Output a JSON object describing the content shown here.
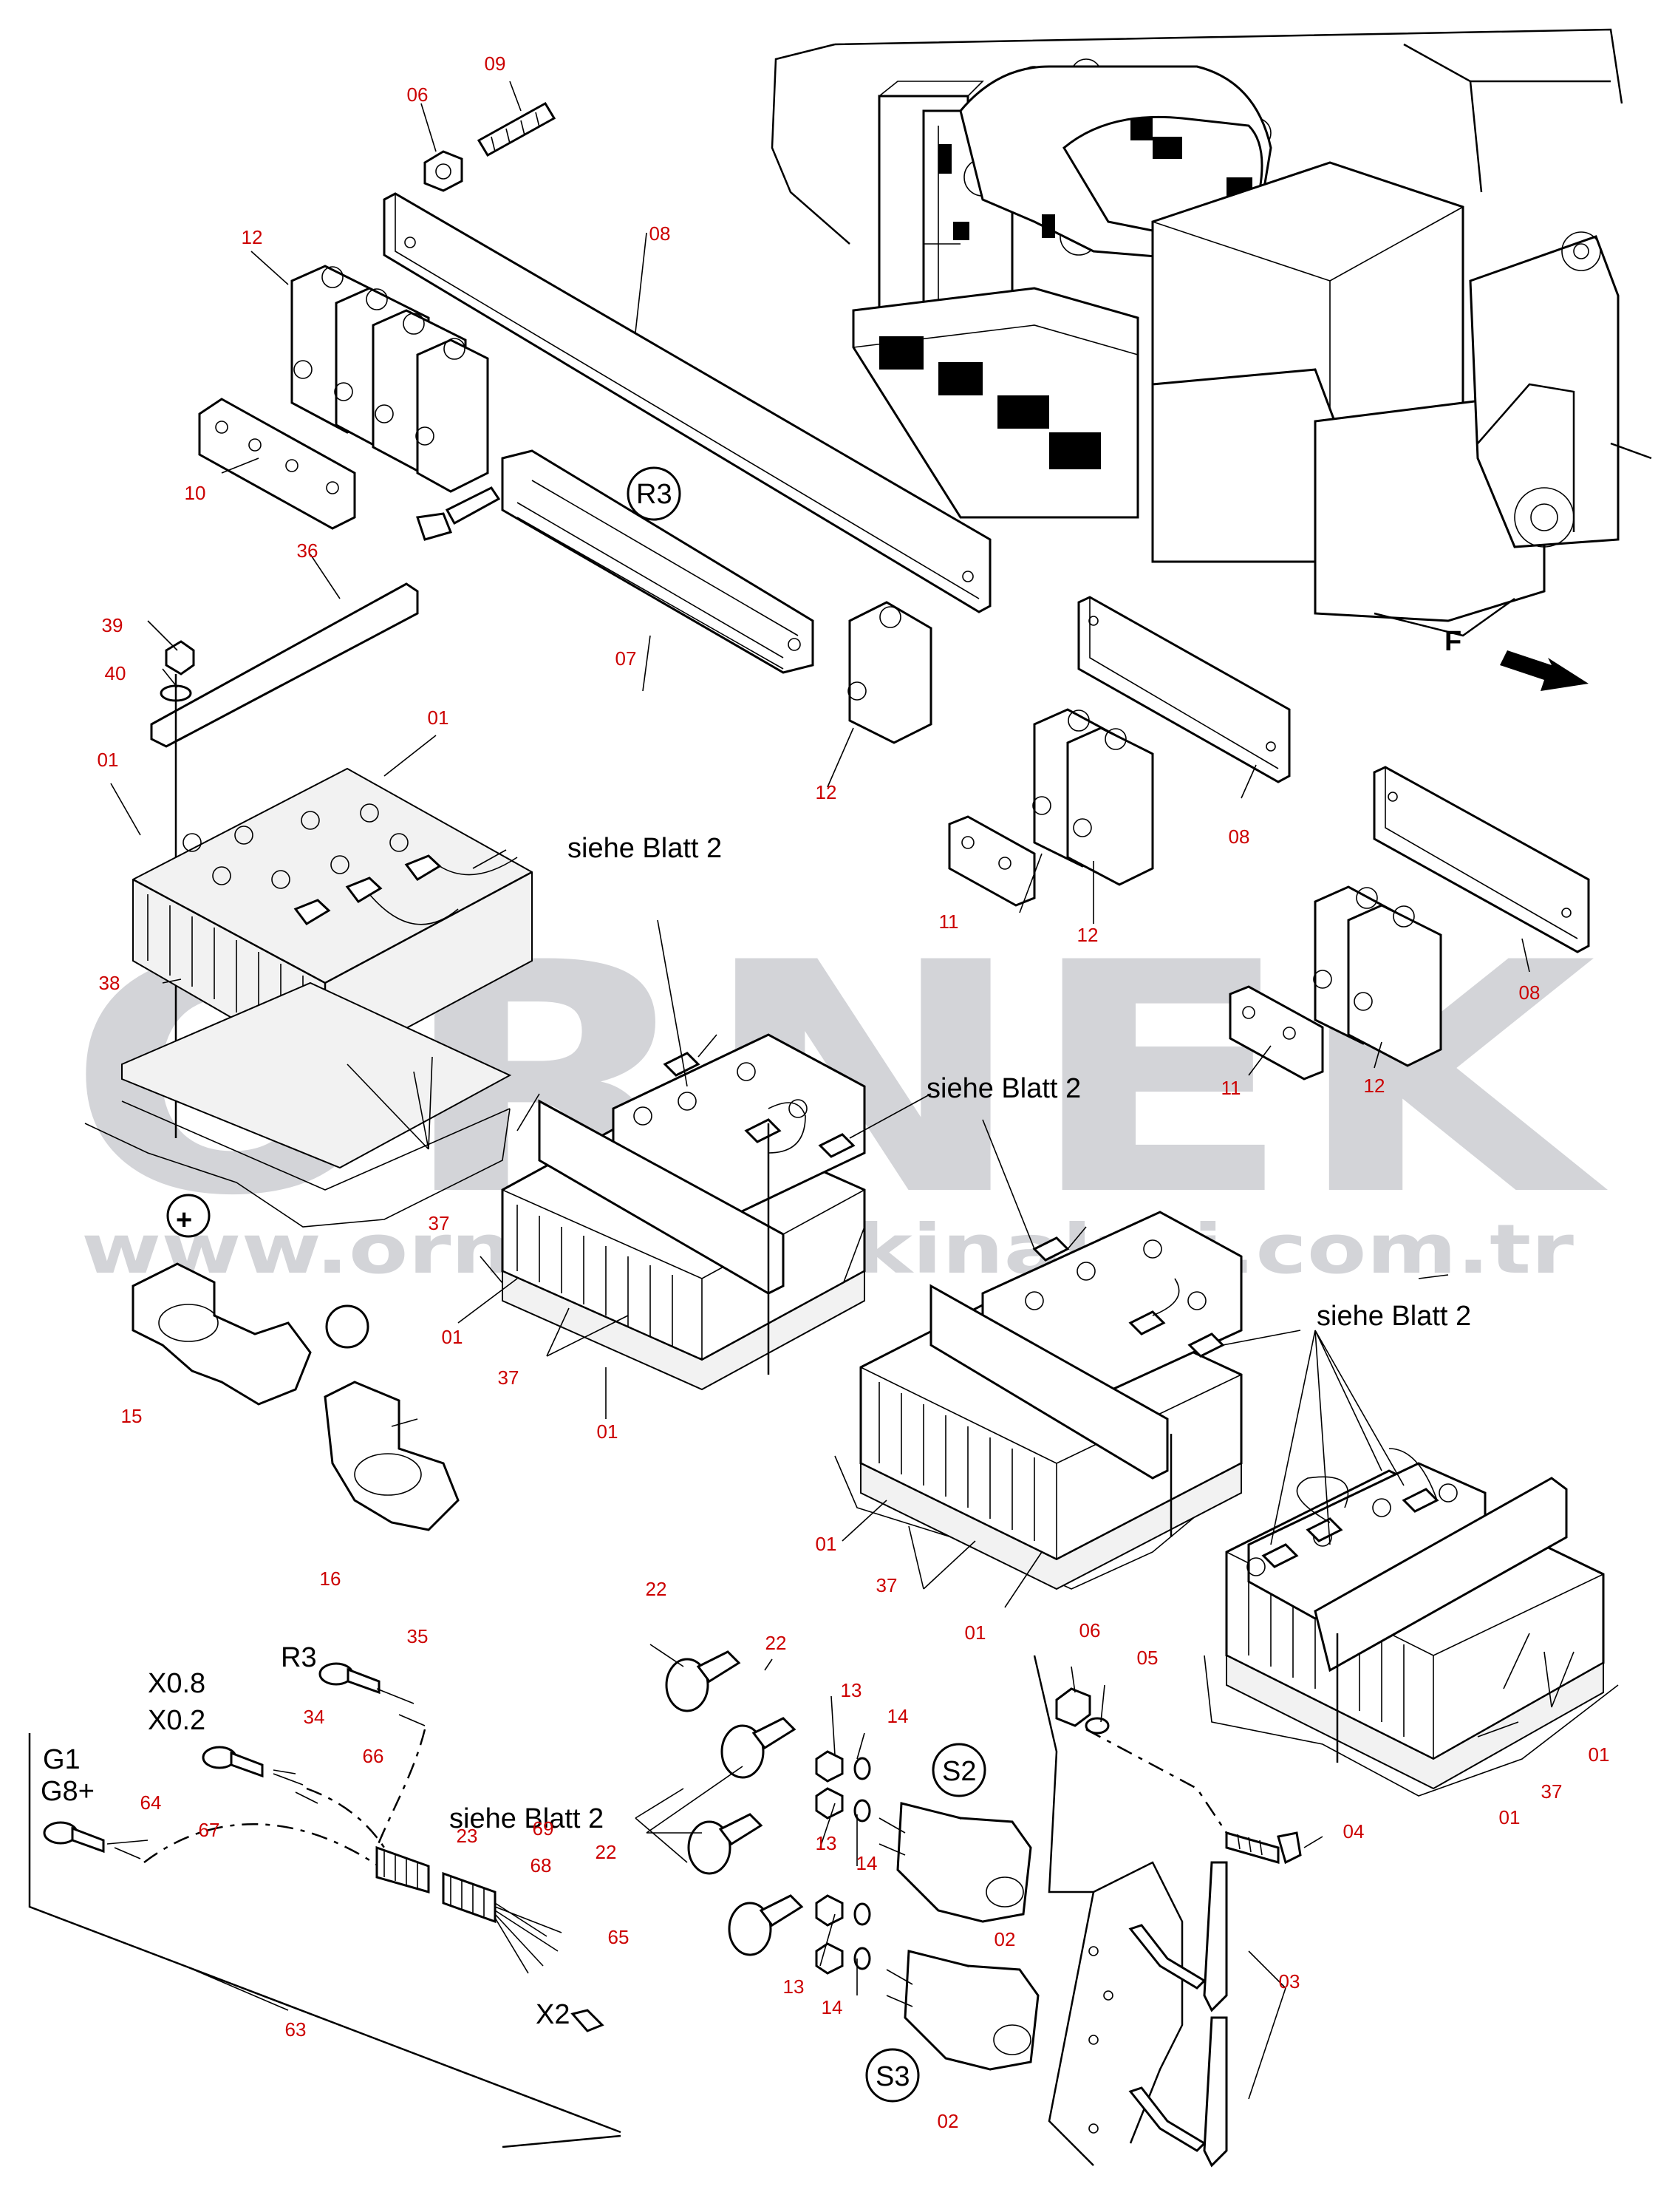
{
  "watermark": {
    "brand": "ORNEK",
    "url": "www.ornekisMakinalari.com.tr"
  },
  "callouts": {
    "c09": "09",
    "c06a": "06",
    "c08a": "08",
    "c12a": "12",
    "c10": "10",
    "r3a": "R3",
    "c36": "36",
    "c39": "39",
    "c40": "40",
    "c07": "07",
    "c01a": "01",
    "c01b": "01",
    "c12b": "12",
    "c38": "38",
    "c08b": "08",
    "c11a": "11",
    "c12c": "12",
    "c08c": "08",
    "c11b": "11",
    "c12d": "12",
    "c37a": "37",
    "c01c": "01",
    "c37b": "37",
    "c01d": "01",
    "c15": "15",
    "c16": "16",
    "c01e": "01",
    "c37c": "37",
    "c01f": "01",
    "c01g": "01",
    "c37d": "37",
    "c01h": "01",
    "c22a": "22",
    "c22b": "22",
    "c13a": "13",
    "c14a": "14",
    "c13b": "13",
    "c14b": "14",
    "c13c": "13",
    "c14c": "14",
    "c22c": "22",
    "c02a": "02",
    "c02b": "02",
    "c06b": "06",
    "c05": "05",
    "c04": "04",
    "c03": "03",
    "c35": "35",
    "c34": "34",
    "c66": "66",
    "c64": "64",
    "c67": "67",
    "c23": "23",
    "c69": "69",
    "c68": "68",
    "c65": "65",
    "c63": "63"
  },
  "labels": {
    "siehe_1": "siehe Blatt 2",
    "siehe_2": "siehe Blatt 2",
    "siehe_3": "siehe Blatt 2",
    "siehe_4": "siehe Blatt 2",
    "r3": "R3",
    "x08": "X0.8",
    "x02": "X0.2",
    "g1": "G1",
    "g8": "G8+",
    "x2": "X2",
    "s2": "S2",
    "s3": "S3",
    "r3_circle": "R3",
    "plus": "+",
    "direction": "F"
  }
}
